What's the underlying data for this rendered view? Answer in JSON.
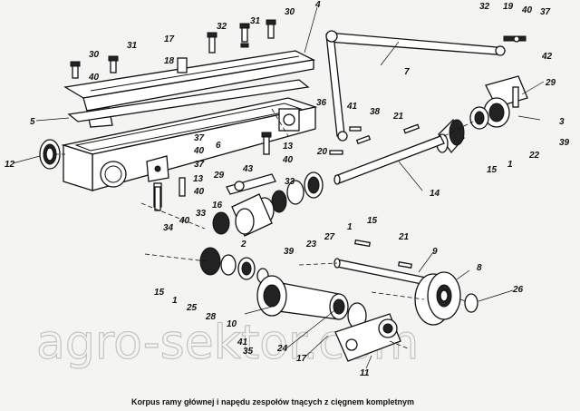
{
  "caption": "Korpus ramy głównej i napędu zespołów tnących z cięgnem kompletnym",
  "watermark": "agro-sektor.com",
  "callouts": [
    {
      "id": "c1",
      "text": "32"
    },
    {
      "id": "c2",
      "text": "31"
    },
    {
      "id": "c3",
      "text": "30"
    },
    {
      "id": "c4",
      "text": "4"
    },
    {
      "id": "c5",
      "text": "30"
    },
    {
      "id": "c6",
      "text": "31"
    },
    {
      "id": "c7",
      "text": "17"
    },
    {
      "id": "c8",
      "text": "18"
    },
    {
      "id": "c9",
      "text": "40"
    },
    {
      "id": "c10",
      "text": "5"
    },
    {
      "id": "c11",
      "text": "12"
    },
    {
      "id": "c12",
      "text": "36"
    },
    {
      "id": "c13",
      "text": "41"
    },
    {
      "id": "c14",
      "text": "38"
    },
    {
      "id": "c15",
      "text": "21"
    },
    {
      "id": "c16",
      "text": "7"
    },
    {
      "id": "c17",
      "text": "32"
    },
    {
      "id": "c18",
      "text": "19"
    },
    {
      "id": "c19",
      "text": "40"
    },
    {
      "id": "c20",
      "text": "37"
    },
    {
      "id": "c21",
      "text": "42"
    },
    {
      "id": "c22",
      "text": "29"
    },
    {
      "id": "c23",
      "text": "3"
    },
    {
      "id": "c24",
      "text": "39"
    },
    {
      "id": "c25",
      "text": "22"
    },
    {
      "id": "c26",
      "text": "1"
    },
    {
      "id": "c27",
      "text": "15"
    },
    {
      "id": "c28",
      "text": "37"
    },
    {
      "id": "c29",
      "text": "40"
    },
    {
      "id": "c30",
      "text": "37"
    },
    {
      "id": "c31",
      "text": "6"
    },
    {
      "id": "c32",
      "text": "13"
    },
    {
      "id": "c33",
      "text": "40"
    },
    {
      "id": "c34",
      "text": "20"
    },
    {
      "id": "c35",
      "text": "29"
    },
    {
      "id": "c36",
      "text": "43"
    },
    {
      "id": "c37",
      "text": "13"
    },
    {
      "id": "c38",
      "text": "40"
    },
    {
      "id": "c39",
      "text": "33"
    },
    {
      "id": "c40",
      "text": "33"
    },
    {
      "id": "c41",
      "text": "14"
    },
    {
      "id": "c42",
      "text": "34"
    },
    {
      "id": "c43",
      "text": "40"
    },
    {
      "id": "c44",
      "text": "16"
    },
    {
      "id": "c45",
      "text": "2"
    },
    {
      "id": "c46",
      "text": "39"
    },
    {
      "id": "c47",
      "text": "23"
    },
    {
      "id": "c48",
      "text": "27"
    },
    {
      "id": "c49",
      "text": "1"
    },
    {
      "id": "c50",
      "text": "15"
    },
    {
      "id": "c51",
      "text": "21"
    },
    {
      "id": "c52",
      "text": "9"
    },
    {
      "id": "c53",
      "text": "8"
    },
    {
      "id": "c54",
      "text": "15"
    },
    {
      "id": "c55",
      "text": "1"
    },
    {
      "id": "c56",
      "text": "25"
    },
    {
      "id": "c57",
      "text": "28"
    },
    {
      "id": "c58",
      "text": "10"
    },
    {
      "id": "c59",
      "text": "41"
    },
    {
      "id": "c60",
      "text": "35"
    },
    {
      "id": "c61",
      "text": "24"
    },
    {
      "id": "c62",
      "text": "26"
    },
    {
      "id": "c63",
      "text": "17"
    },
    {
      "id": "c64",
      "text": "11"
    }
  ]
}
